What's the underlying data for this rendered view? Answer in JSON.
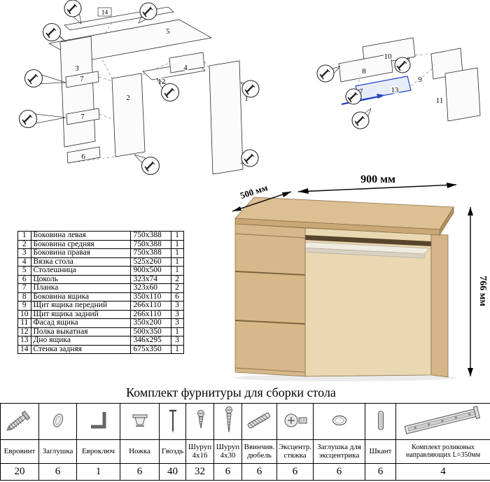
{
  "parts_table": {
    "rows": [
      {
        "num": "1",
        "name": "Боковина левая",
        "size": "750x388",
        "qty": "1"
      },
      {
        "num": "2",
        "name": "Боковина средняя",
        "size": "750x388",
        "qty": "1"
      },
      {
        "num": "3",
        "name": "Боковина правая",
        "size": "750x388",
        "qty": "1"
      },
      {
        "num": "4",
        "name": "Вязка стола",
        "size": "525x260",
        "qty": "1"
      },
      {
        "num": "5",
        "name": "Столешница",
        "size": "900x500",
        "qty": "1"
      },
      {
        "num": "6",
        "name": "Цоколь",
        "size": "323x74",
        "qty": "2"
      },
      {
        "num": "7",
        "name": "Планка",
        "size": "323x60",
        "qty": "2"
      },
      {
        "num": "8",
        "name": "Боковина ящика",
        "size": "350x110",
        "qty": "6"
      },
      {
        "num": "9",
        "name": "Щит ящика передний",
        "size": "266x110",
        "qty": "3"
      },
      {
        "num": "10",
        "name": "Щит ящика задний",
        "size": "266x110",
        "qty": "3"
      },
      {
        "num": "11",
        "name": "Фасад ящика",
        "size": "350x200",
        "qty": "3"
      },
      {
        "num": "12",
        "name": "Полка выкатная",
        "size": "500x350",
        "qty": "1"
      },
      {
        "num": "13",
        "name": "Дно ящика",
        "size": "346x295",
        "qty": "3"
      },
      {
        "num": "14",
        "name": "Стенка задняя",
        "size": "675x350",
        "qty": "1"
      }
    ]
  },
  "desk": {
    "dim_width": "900 мм",
    "dim_depth": "500 мм",
    "dim_height": "766 мм"
  },
  "hardware": {
    "title": "Комплект фурнитуры для сборки стола",
    "items": [
      {
        "label": "Евровинт",
        "qty": "20",
        "icon": "eurovint-icon"
      },
      {
        "label": "Заглушка",
        "qty": "6",
        "icon": "cap-icon"
      },
      {
        "label": "Евроключ",
        "qty": "1",
        "icon": "hexkey-icon"
      },
      {
        "label": "Ножка",
        "qty": "6",
        "icon": "leg-icon"
      },
      {
        "label": "Гвоздь",
        "qty": "40",
        "icon": "nail-icon"
      },
      {
        "label": "Шуруп 4x16",
        "qty": "32",
        "icon": "screw-short-icon"
      },
      {
        "label": "Шуруп 4x30",
        "qty": "6",
        "icon": "screw-long-icon"
      },
      {
        "label": "Ввинчив. дюбель",
        "qty": "6",
        "icon": "dowel-screw-icon"
      },
      {
        "label": "Эксцентр. стяжка",
        "qty": "6",
        "icon": "cam-lock-icon"
      },
      {
        "label": "Заглушка для эксцентрика",
        "qty": "6",
        "icon": "cam-cap-icon"
      },
      {
        "label": "Шкант",
        "qty": "6",
        "icon": "wood-dowel-icon"
      },
      {
        "label": "Комплект роликовых направляющих L=350мм",
        "qty": "4",
        "icon": "drawer-slide-icon"
      }
    ]
  },
  "colors": {
    "wood_light": "#dcbf92",
    "wood_mid": "#d7b88a",
    "wood_dark": "#b3925f",
    "highlight_blue": "#2543c4"
  }
}
